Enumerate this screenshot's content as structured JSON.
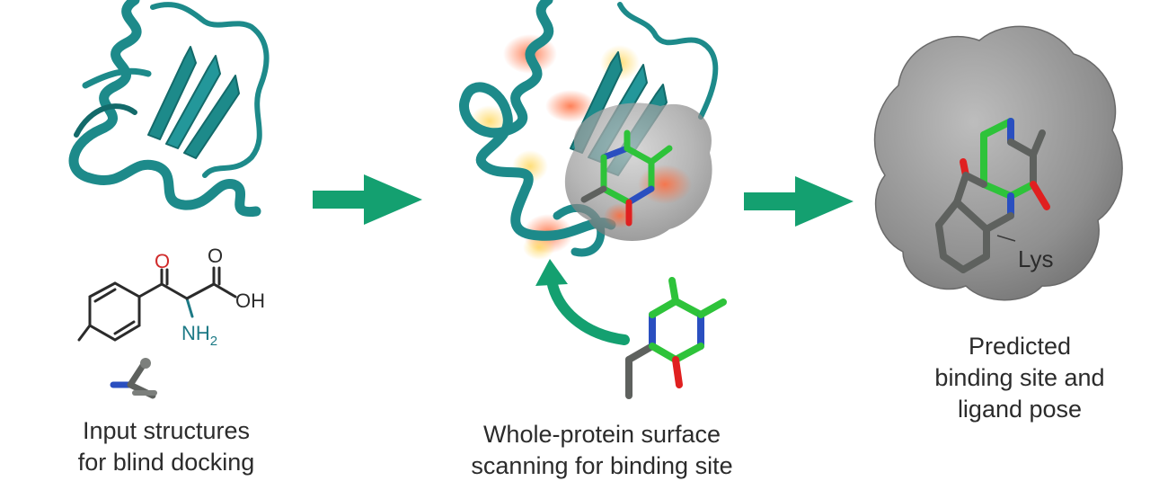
{
  "panels": [
    {
      "id": "input",
      "caption_lines": [
        "Input structures",
        "for blind docking"
      ],
      "molecule_labels": {
        "ketone_o": "O",
        "acid_o": "O",
        "hydroxyl": "OH",
        "amine": "NH",
        "amine_subscript": "2"
      }
    },
    {
      "id": "scanning",
      "caption_lines": [
        "Whole-protein surface",
        "scanning for binding site"
      ]
    },
    {
      "id": "prediction",
      "caption_lines": [
        "Predicted",
        "binding site and",
        "ligand pose"
      ],
      "residue_label": "Lys"
    }
  ],
  "colors": {
    "protein": "#1d8a8a",
    "protein_dark": "#136a6a",
    "arrow": "#14a070",
    "ligand_carbon": "#2ec33a",
    "ligand_nitrogen": "#2a4fc0",
    "ligand_oxygen": "#e02020",
    "ligand_grey": "#5e615e",
    "surface": "#8e8e8e",
    "hotspot": "#ff7a45",
    "warmspot": "#ffe07a",
    "text": "#2b2b2b",
    "amine_text": "#1d7a86",
    "ketone_text": "#d02a2a"
  }
}
